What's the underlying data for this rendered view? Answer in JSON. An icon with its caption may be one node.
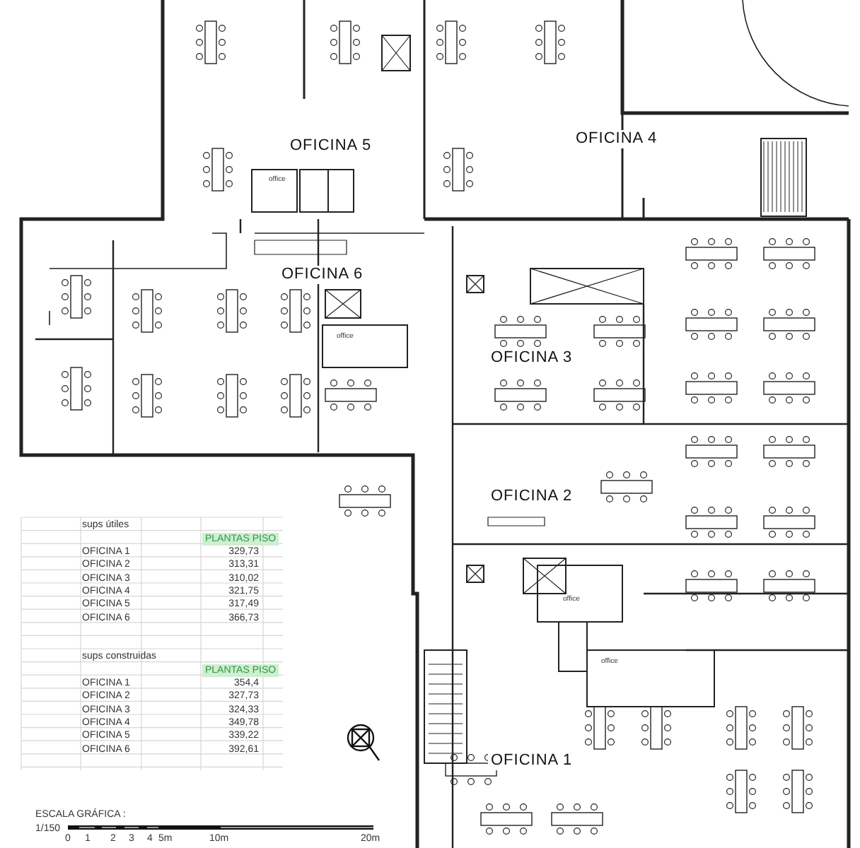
{
  "diagram": {
    "labels": [
      "OFICINA 5",
      "OFICINA 4",
      "office",
      "OFICINA 6",
      "office",
      "OFICINA 3",
      "OFICINA 2",
      "sups útiles",
      "PLANTAS PISO",
      "OFICINA 1",
      "329,73",
      "OFICINA 2",
      "313,31",
      "OFICINA 3",
      "310,02",
      "OFICINA 4",
      "321,75",
      "OFICINA 5",
      "317,49",
      "OFICINA 6",
      "366,73",
      "sups construidas",
      "PLANTAS PISO",
      "OFICINA 1",
      "354,4",
      "OFICINA 2",
      "327,73",
      "OFICINA 3",
      "324,33",
      "OFICINA 4",
      "349,78",
      "OFICINA 5",
      "339,22",
      "OFICINA 6",
      "392,61",
      "office",
      "office",
      "OFICINA 1",
      "ESCALA GRÁFICA :",
      "1/150",
      "0",
      "1",
      "2",
      "3",
      "4",
      "5m",
      "10m",
      "20m"
    ]
  }
}
